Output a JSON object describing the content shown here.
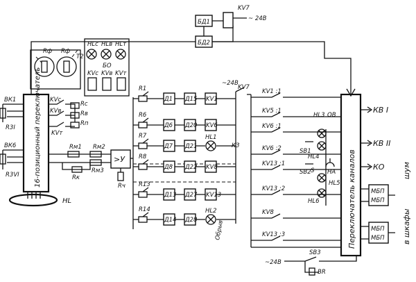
{
  "labels": {
    "bd1": "БД1",
    "bd2": "БД2",
    "kv7_top": "KV7",
    "v24_top": "~ 24В",
    "v24_mid": "~24В",
    "kv7_mid": "KV7",
    "rf": "Rф",
    "rf2": "Rф",
    "t2": "T2",
    "hlc": "HLс",
    "hlv": "HLв",
    "hlt": "HLт",
    "bo": "БО",
    "kvc_box": "KVс",
    "kvv_box": "KVв",
    "kvt_box": "KVт",
    "vk1": "ВК1",
    "vk6": "ВК6",
    "r3_1": "R3I",
    "r3_6": "R3VI",
    "kvc": "KVс",
    "kvv": "KVв",
    "kvt": "KVт",
    "rc": "Rс",
    "rv": "Rв",
    "rn": "Rп",
    "rm1": "Rм1",
    "rm2": "Rм2",
    "rm3": "Rм3",
    "rk": "Rк",
    "rch": "Rч",
    "switch16": "16-позиционный переключатель",
    "amp": ">У",
    "hl": "HL",
    "k3": "КЗ",
    "obryv": "Обрыв",
    "perekl": "Переключатель каналов",
    "kvi": "КВ I",
    "kvii": "КВ II",
    "ko": "КО",
    "shum": "шум",
    "v_shkafy": "в шкафы",
    "mbp": "МБП",
    "sb3": "SB3",
    "br": "ВR",
    "sb1": "SB1",
    "sb2": "SB2",
    "s": "S",
    "ha": "HA",
    "hl3": "HL3",
    "hl4": "HL4",
    "hl5": "HL5",
    "hl6": "HL6",
    "od": "ОВ"
  },
  "rows": [
    {
      "r": "R1",
      "a": "Д1",
      "b": "Д15",
      "relay": "KV1"
    },
    {
      "r": "R6",
      "a": "Д6",
      "b": "Д20",
      "relay": "KV6"
    },
    {
      "r": "R7",
      "a": "Д7",
      "b": "Д21",
      "relay": "HL1"
    },
    {
      "r": "R8",
      "a": "Д8",
      "b": "Д22",
      "relay": "KV8"
    },
    {
      "r": "R13",
      "a": "Д13",
      "b": "Д27",
      "relay": "KV13"
    },
    {
      "r": "R14",
      "a": "Д14",
      "b": "Д28",
      "relay": "HL2"
    }
  ],
  "contacts": [
    "KV1 :1",
    "KV5 :1",
    "KV6 :1",
    "KV6 :2",
    "KV13 :1",
    "KV13 :2",
    "KV8",
    "KV13 :3"
  ]
}
